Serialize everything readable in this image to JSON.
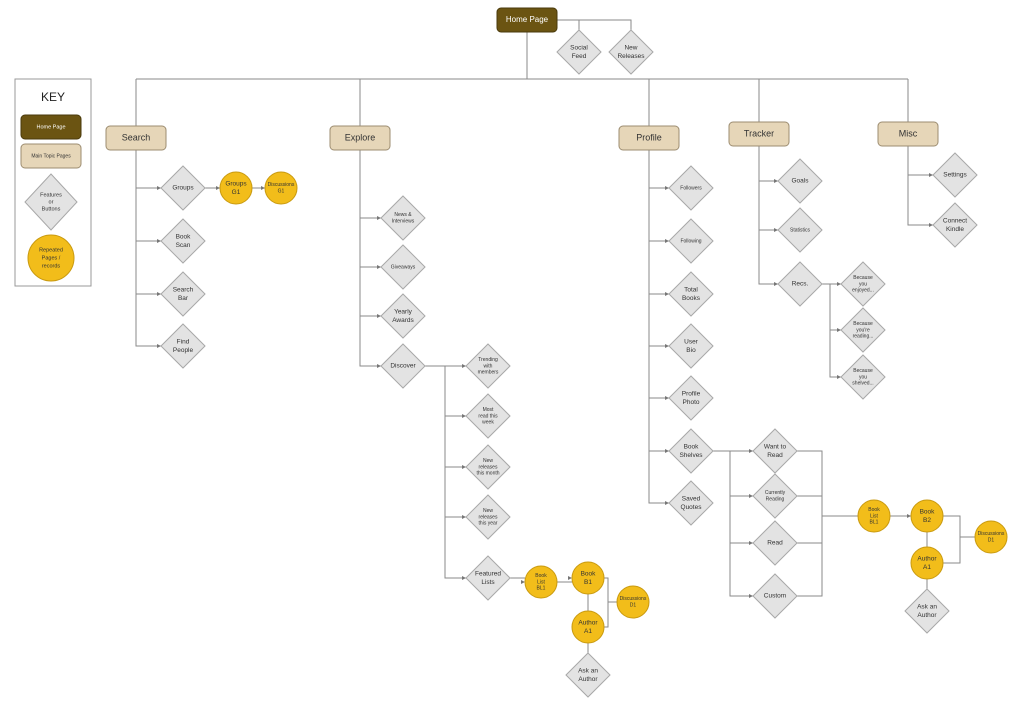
{
  "key": {
    "title": "KEY",
    "home": "Home Page",
    "main": "Main Topic Pages",
    "feature": [
      "Features",
      "or",
      "Buttons"
    ],
    "repeated": [
      "Repeated",
      "Pages /",
      "records"
    ]
  },
  "nodes": {
    "home": [
      "Home Page"
    ],
    "social": [
      "Social",
      "Feed"
    ],
    "newrel": [
      "New",
      "Releases"
    ],
    "search": [
      "Search"
    ],
    "explore": [
      "Explore"
    ],
    "profile": [
      "Profile"
    ],
    "tracker": [
      "Tracker"
    ],
    "misc": [
      "Misc"
    ],
    "groups": [
      "Groups"
    ],
    "groupsg1": [
      "Groups",
      "G1"
    ],
    "discg1": [
      "Discussions",
      "G1"
    ],
    "bookscan": [
      "Book",
      "Scan"
    ],
    "searchbar": [
      "Search",
      "Bar"
    ],
    "findpeople": [
      "Find",
      "People"
    ],
    "news": [
      "News &",
      "Interviews"
    ],
    "giveaways": [
      "Giveaways"
    ],
    "awards": [
      "Yearly",
      "Awards"
    ],
    "discover": [
      "Discover"
    ],
    "trending": [
      "Trending",
      "with",
      "members"
    ],
    "mostread": [
      "Most",
      "read this",
      "week"
    ],
    "newmonth": [
      "New",
      "releases",
      "this month"
    ],
    "newyear": [
      "New",
      "releases",
      "this year"
    ],
    "featured": [
      "Featured",
      "Lists"
    ],
    "bl1a": [
      "Book",
      "List",
      "BL1"
    ],
    "b1": [
      "Book",
      "B1"
    ],
    "d1a": [
      "Discussions",
      "D1"
    ],
    "a1a": [
      "Author",
      "A1"
    ],
    "aska": [
      "Ask an",
      "Author"
    ],
    "followers": [
      "Followers"
    ],
    "following": [
      "Following"
    ],
    "totalbooks": [
      "Total",
      "Books"
    ],
    "bio": [
      "User",
      "Bio"
    ],
    "photo": [
      "Profile",
      "Photo"
    ],
    "shelves": [
      "Book",
      "Shelves"
    ],
    "quotes": [
      "Saved",
      "Quotes"
    ],
    "want": [
      "Want to",
      "Read"
    ],
    "current": [
      "Currently",
      "Reading"
    ],
    "read": [
      "Read"
    ],
    "custom": [
      "Custom"
    ],
    "bl1b": [
      "Book",
      "List",
      "BL1"
    ],
    "b2": [
      "Book",
      "B2"
    ],
    "a1b": [
      "Author",
      "A1"
    ],
    "d1b": [
      "Discussions",
      "D1"
    ],
    "askb": [
      "Ask an",
      "Author"
    ],
    "goals": [
      "Goals"
    ],
    "stats": [
      "Statistics"
    ],
    "recs": [
      "Recs."
    ],
    "enjoyed": [
      "Because",
      "you",
      "enjoyed..."
    ],
    "reading": [
      "Because",
      "you're",
      "reading..."
    ],
    "shelved": [
      "Because",
      "you",
      "shelved..."
    ],
    "settings": [
      "Settings"
    ],
    "kindle": [
      "Connect",
      "Kindle"
    ]
  },
  "colors": {
    "home": "#6b5412",
    "main": "#e6d6b8",
    "feature": "#e3e3e3",
    "repeated": "#f2bd1a"
  }
}
